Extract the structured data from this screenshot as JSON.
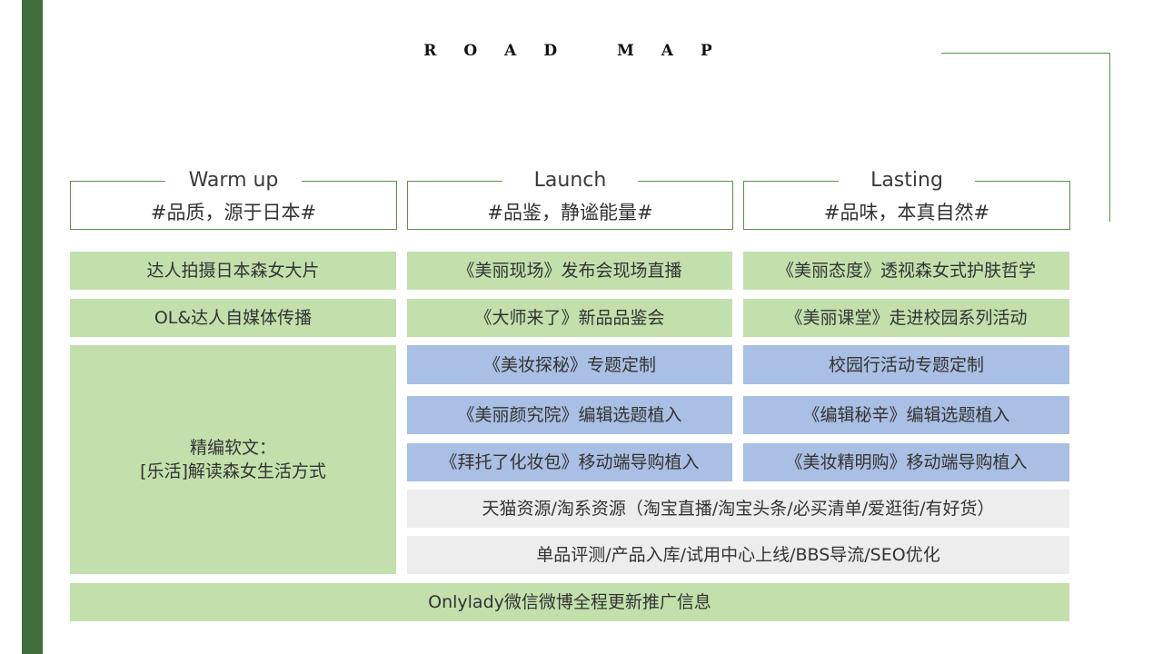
{
  "title": "ROAD MAP",
  "colors": {
    "accent": "#3f6e3a",
    "green_cell": "#c3e0ac",
    "blue_cell": "#a9bfe3",
    "gray_cell": "#ededed"
  },
  "phases": [
    {
      "name": "Warm up",
      "tag": "#品质，源于日本#"
    },
    {
      "name": "Launch",
      "tag": "#品鉴，静谧能量#"
    },
    {
      "name": "Lasting",
      "tag": "#品味，本真自然#"
    }
  ],
  "warmup": {
    "row1": "达人拍摄日本森女大片",
    "row2": "OL&达人自媒体传播",
    "big_line1": "精编软文：",
    "big_line2": "[乐活]解读森女生活方式"
  },
  "launch": {
    "row1": "《美丽现场》发布会现场直播",
    "row2": "《大师来了》新品品鉴会",
    "row3": "《美妆探秘》专题定制",
    "row4": "《美丽颜究院》编辑选题植入",
    "row5": "《拜托了化妆包》移动端导购植入"
  },
  "lasting": {
    "row1": "《美丽态度》透视森女式护肤哲学",
    "row2": "《美丽课堂》走进校园系列活动",
    "row3": "校园行活动专题定制",
    "row4": "《编辑秘辛》编辑选题植入",
    "row5": "《美妆精明购》移动端导购植入"
  },
  "wide": {
    "tmall": "天猫资源/淘系资源（淘宝直播/淘宝头条/必买清单/爱逛街/有好货）",
    "review": "单品评测/产品入库/试用中心上线/BBS导流/SEO优化",
    "wechat": "Onlylady微信微博全程更新推广信息"
  }
}
